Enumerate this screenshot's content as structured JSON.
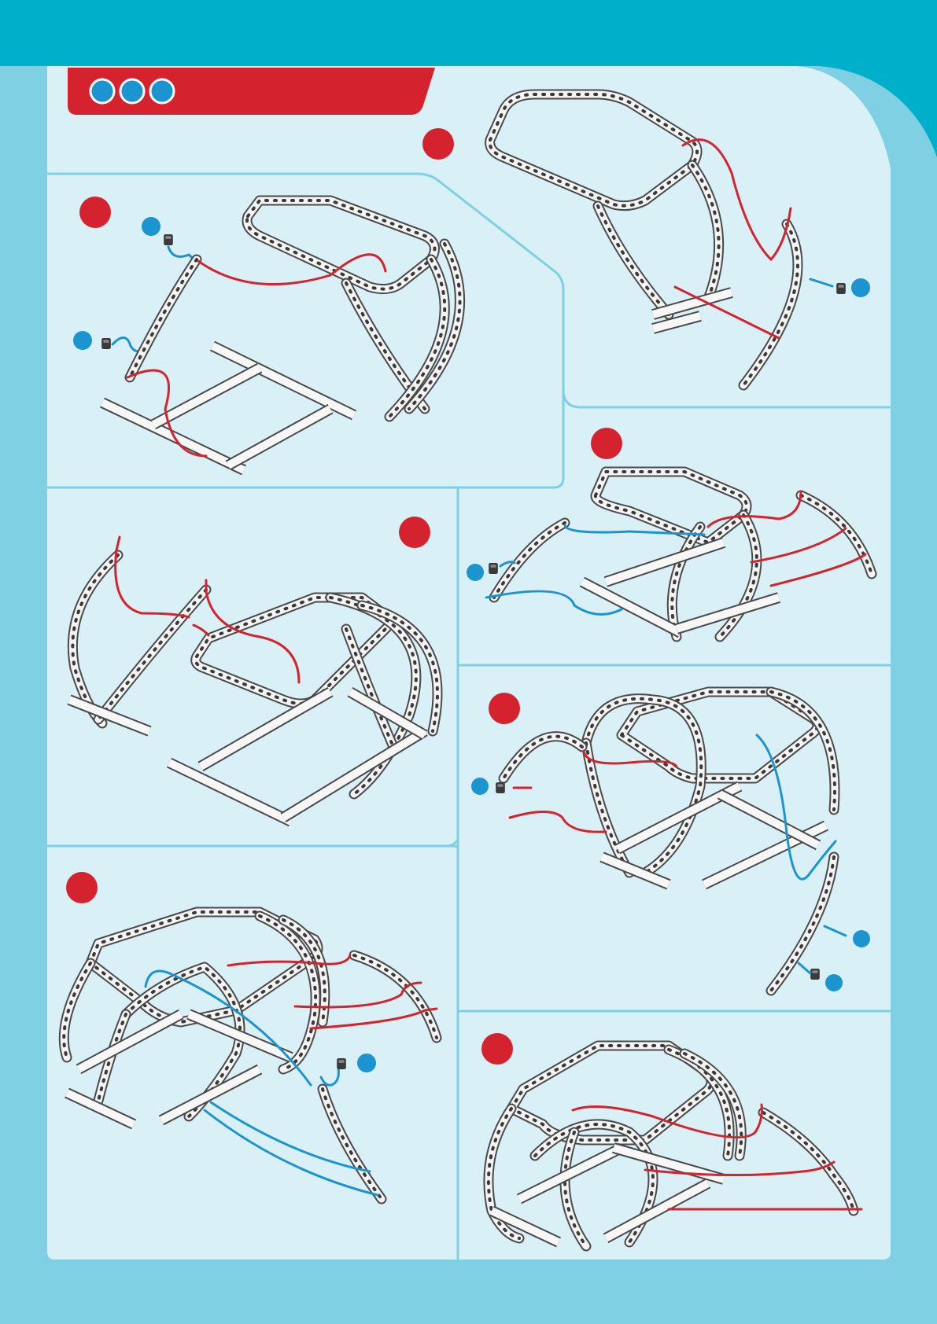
{
  "colors": {
    "page_background": "#7fd0e2",
    "header_band": "#00b0cb",
    "panel": "#d9f0f6",
    "panel_border": "#7fd0e2",
    "title_tab": "#d4232e",
    "step_marker": "#d4232e",
    "part_marker": "#1b94cf",
    "red_wire": "#d4232e",
    "blue_wire": "#1b94cf"
  },
  "header": {
    "difficulty_dots": 3
  },
  "steps": [
    {
      "panel": "top-left",
      "wire_colors": [
        "red",
        "blue"
      ],
      "part_markers": 2
    },
    {
      "panel": "top-right",
      "wire_colors": [
        "red",
        "blue"
      ],
      "part_markers": 1
    },
    {
      "panel": "middle-left",
      "wire_colors": [
        "red"
      ],
      "part_markers": 0
    },
    {
      "panel": "middle-right",
      "wire_colors": [
        "red",
        "blue"
      ],
      "part_markers": 1
    },
    {
      "panel": "right-lower",
      "wire_colors": [
        "red",
        "blue"
      ],
      "part_markers": 3
    },
    {
      "panel": "bottom-left",
      "wire_colors": [
        "red",
        "blue"
      ],
      "part_markers": 1
    },
    {
      "panel": "bottom-right",
      "wire_colors": [
        "red"
      ],
      "part_markers": 0
    }
  ]
}
